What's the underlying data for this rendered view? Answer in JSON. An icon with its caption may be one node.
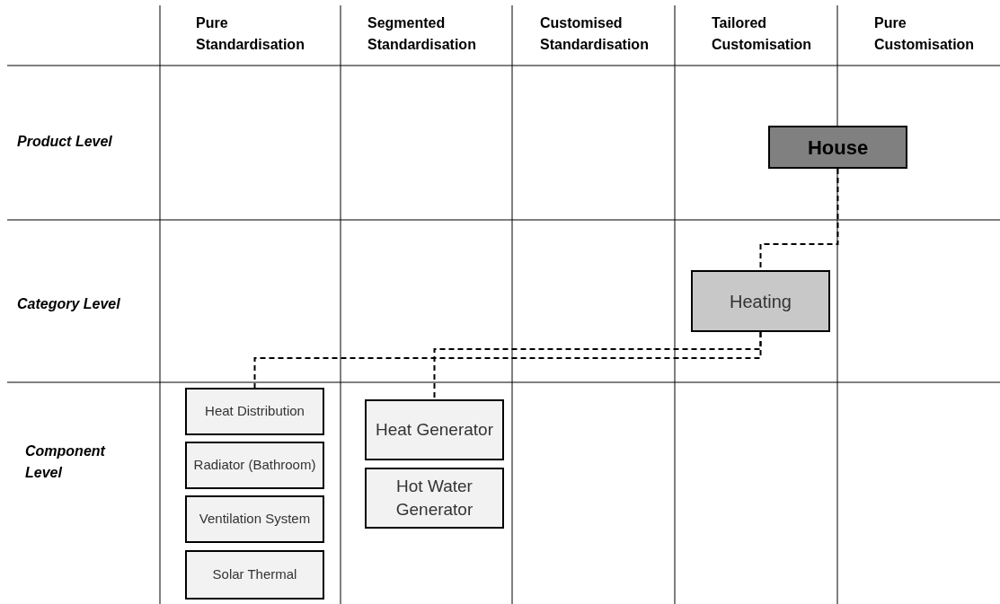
{
  "diagram": {
    "nodes": [
      {
        "text": [
          "House"
        ]
      },
      {
        "text": [
          "Heating"
        ]
      },
      {
        "text": [
          "Heat Distribution"
        ]
      },
      {
        "text": [
          "Radiator (Bathroom)"
        ]
      },
      {
        "text": [
          "Ventilation System"
        ]
      },
      {
        "text": [
          "Solar Thermal"
        ]
      },
      {
        "text": [
          "Heat Generator"
        ]
      },
      {
        "text": [
          "Hot Water Generator"
        ]
      }
    ],
    "edges": [
      {
        "from": 0,
        "to": 1,
        "arrow": "none",
        "style": "dashed"
      },
      {
        "from": 1,
        "to": 2,
        "arrow": "none",
        "style": "dashed"
      },
      {
        "from": 1,
        "to": 6,
        "arrow": "none",
        "style": "dashed"
      }
    ],
    "labels": [
      "Pure Standardisation",
      "Segmented Standardisation",
      "Customised Standardisation",
      "Tailored Customisation",
      "Pure Customisation",
      "Product Level",
      "Category Level",
      "Component Level"
    ]
  }
}
